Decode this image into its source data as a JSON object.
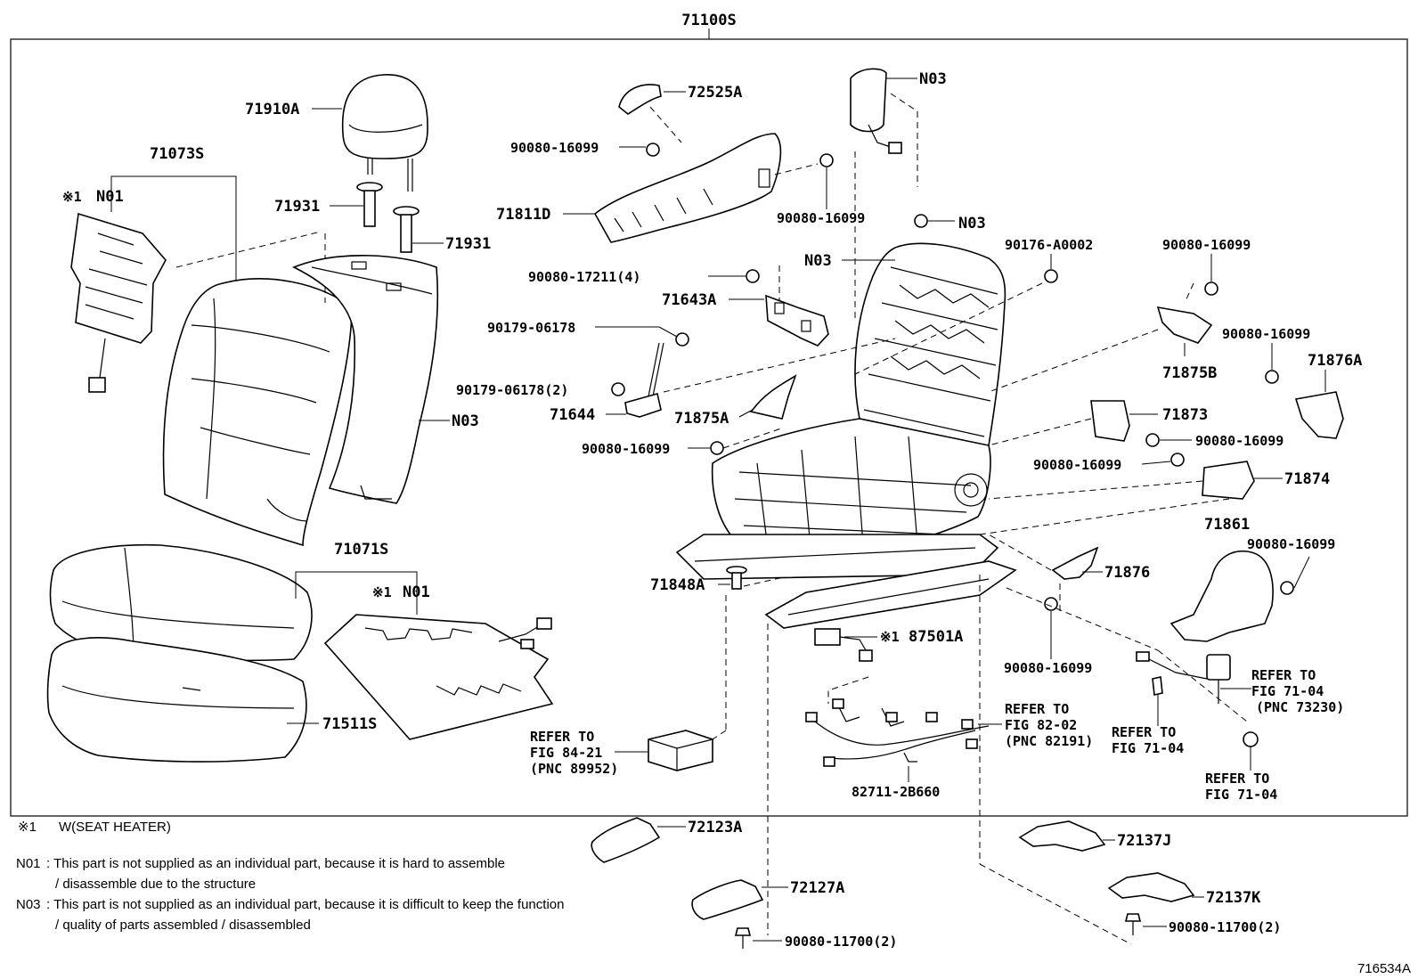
{
  "assembly_label": "71100S",
  "diagram_id": "716534A",
  "parts": {
    "p71910A": "71910A",
    "p71073S": "71073S",
    "p71931a": "71931",
    "p71931b": "71931",
    "pN01a_mark": "※1",
    "pN01a": "N01",
    "pN03_back": "N03",
    "p71071S": "71071S",
    "pN01b_mark": "※1",
    "pN01b": "N01",
    "p71511S": "71511S",
    "p72525A": "72525A",
    "p90080_16099_a": "90080-16099",
    "p71811D": "71811D",
    "p90080_16099_b": "90080-16099",
    "pN03_a": "N03",
    "pN03_b": "N03",
    "pN03_c": "N03",
    "p90176_A0002": "90176-A0002",
    "p90080_17211": "90080-17211(4)",
    "p71643A": "71643A",
    "p90179_06178": "90179-06178",
    "p90179_06178_2": "90179-06178(2)",
    "p71644": "71644",
    "p71875A": "71875A",
    "p90080_16099_c": "90080-16099",
    "p90080_16099_d": "90080-16099",
    "p71875B": "71875B",
    "p90080_16099_e": "90080-16099",
    "p71876A": "71876A",
    "p71873": "71873",
    "p90080_16099_f": "90080-16099",
    "p90080_16099_g": "90080-16099",
    "p71874": "71874",
    "p71861": "71861",
    "p90080_16099_h": "90080-16099",
    "p71876": "71876",
    "p71848A": "71848A",
    "p87501A_mark": "※1",
    "p87501A": "87501A",
    "p90080_16099_i": "90080-16099",
    "p82711_2B660": "82711-2B660",
    "p72123A": "72123A",
    "p72127A": "72127A",
    "p90080_11700_a": "90080-11700(2)",
    "p72137J": "72137J",
    "p72137K": "72137K",
    "p90080_11700_b": "90080-11700(2)"
  },
  "refs": {
    "r84_1": "REFER TO",
    "r84_2": "FIG 84-21",
    "r84_3": "(PNC 89952)",
    "r82_1": "REFER TO",
    "r82_2": "FIG 82-02",
    "r82_3": "(PNC 82191)",
    "r71a_1": "REFER TO",
    "r71a_2": "FIG 71-04",
    "r71a_3": "(PNC 73230)",
    "r71b_1": "REFER TO",
    "r71b_2": "FIG 71-04",
    "r71c_1": "REFER TO",
    "r71c_2": "FIG 71-04"
  },
  "notes": {
    "mark": "※1",
    "seat_heater": "W(SEAT HEATER)",
    "n01_code": "N01",
    "n01_line1": ": This part is not supplied as an individual part, because it is hard to assemble",
    "n01_line2": "/ disassemble due to the structure",
    "n03_code": "N03",
    "n03_line1": ": This part is not supplied as an individual part, because it is difficult to keep the function",
    "n03_line2": "/ quality of parts assembled / disassembled"
  }
}
